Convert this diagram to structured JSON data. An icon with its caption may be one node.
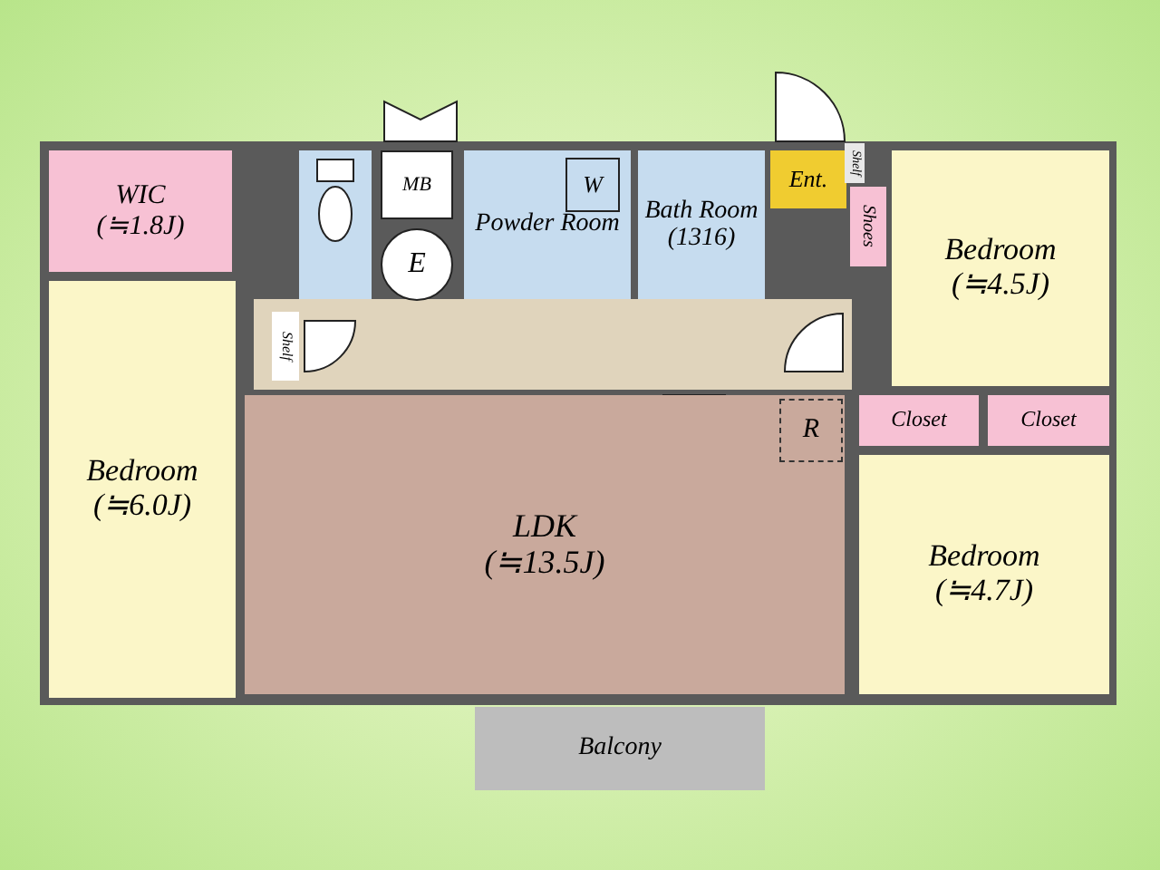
{
  "diagram": {
    "nodes": [
      {
        "text": [
          "WIC",
          "(≒1.8J)"
        ]
      },
      {
        "text": [
          "Bedroom",
          "(≒6.0J)"
        ]
      },
      {
        "text": [
          "MB"
        ]
      },
      {
        "text": [
          "E"
        ]
      },
      {
        "text": [
          "Powder Room"
        ]
      },
      {
        "text": [
          "W"
        ],
        "in": 4
      },
      {
        "text": [
          "Bath Room",
          "(1316)"
        ]
      },
      {
        "text": [
          "Ent."
        ]
      },
      {
        "text": [
          "Shelf"
        ]
      },
      {
        "text": [
          "Shoes"
        ]
      },
      {
        "text": [
          "Bedroom",
          "(≒4.5J)"
        ]
      },
      {
        "text": [
          "Shelf"
        ]
      },
      {
        "text": [
          "LDK",
          "(≒13.5J)"
        ]
      },
      {
        "text": [
          "R"
        ],
        "in": 12
      },
      {
        "text": [
          "Closet"
        ]
      },
      {
        "text": [
          "Closet"
        ]
      },
      {
        "text": [
          "Bedroom",
          "(≒4.7J)"
        ]
      },
      {
        "text": [
          "Balcony"
        ]
      }
    ],
    "edges": []
  }
}
